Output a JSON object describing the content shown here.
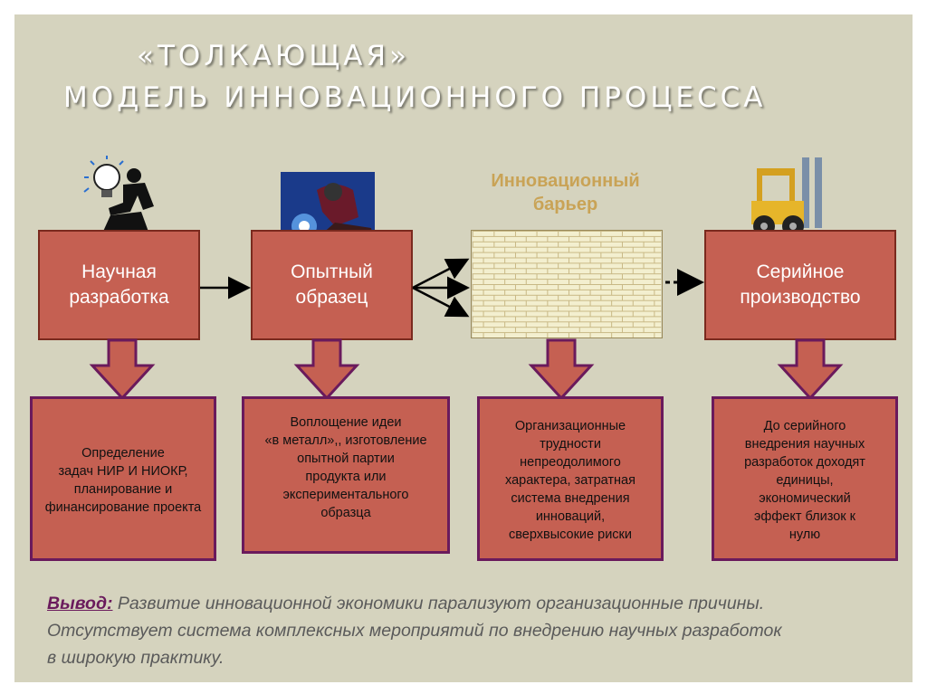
{
  "title": {
    "line1": "«ТОЛКАЮЩАЯ»",
    "line2": "МОДЕЛЬ ИННОВАЦИОННОГО ПРОЦЕССА"
  },
  "stages": [
    {
      "label1": "Научная",
      "label2": "разработка",
      "icon": "scientist-lightbulb-icon"
    },
    {
      "label1": "Опытный",
      "label2": "образец",
      "icon": "welder-icon"
    },
    {
      "label1": "Серийное",
      "label2": "производство",
      "icon": "forklift-icon"
    }
  ],
  "barrier": {
    "label1": "Инновационный",
    "label2": "барьер"
  },
  "descriptions": [
    {
      "lines": [
        "Определение",
        "задач НИР И НИОКР,",
        "планирование и",
        "финансирование проекта"
      ]
    },
    {
      "lines": [
        "Воплощение идеи",
        "«в металл»,, изготовление",
        "опытной партии",
        "продукта или",
        "экспериментального",
        "образца"
      ]
    },
    {
      "lines": [
        "Организационные",
        "трудности",
        "непреодолимого",
        "характера, затратная",
        "система внедрения",
        "инноваций,",
        "сверхвысокие риски"
      ]
    },
    {
      "lines": [
        "До серийного",
        "внедрения научных",
        "разработок доходят",
        "единицы,",
        "экономический",
        "эффект близок к",
        "нулю"
      ]
    }
  ],
  "conclusion": {
    "label": "Вывод:",
    "line1": " Развитие инновационной экономики парализуют организационные причины.",
    "line2": "Отсутствует система комплексных мероприятий по внедрению научных разработок",
    "line3": " в широкую практику."
  },
  "colors": {
    "background": "#d5d3be",
    "box_fill": "#c56052",
    "arrow_outline": "#6a1a5c",
    "barrier_text": "#c9a356"
  }
}
